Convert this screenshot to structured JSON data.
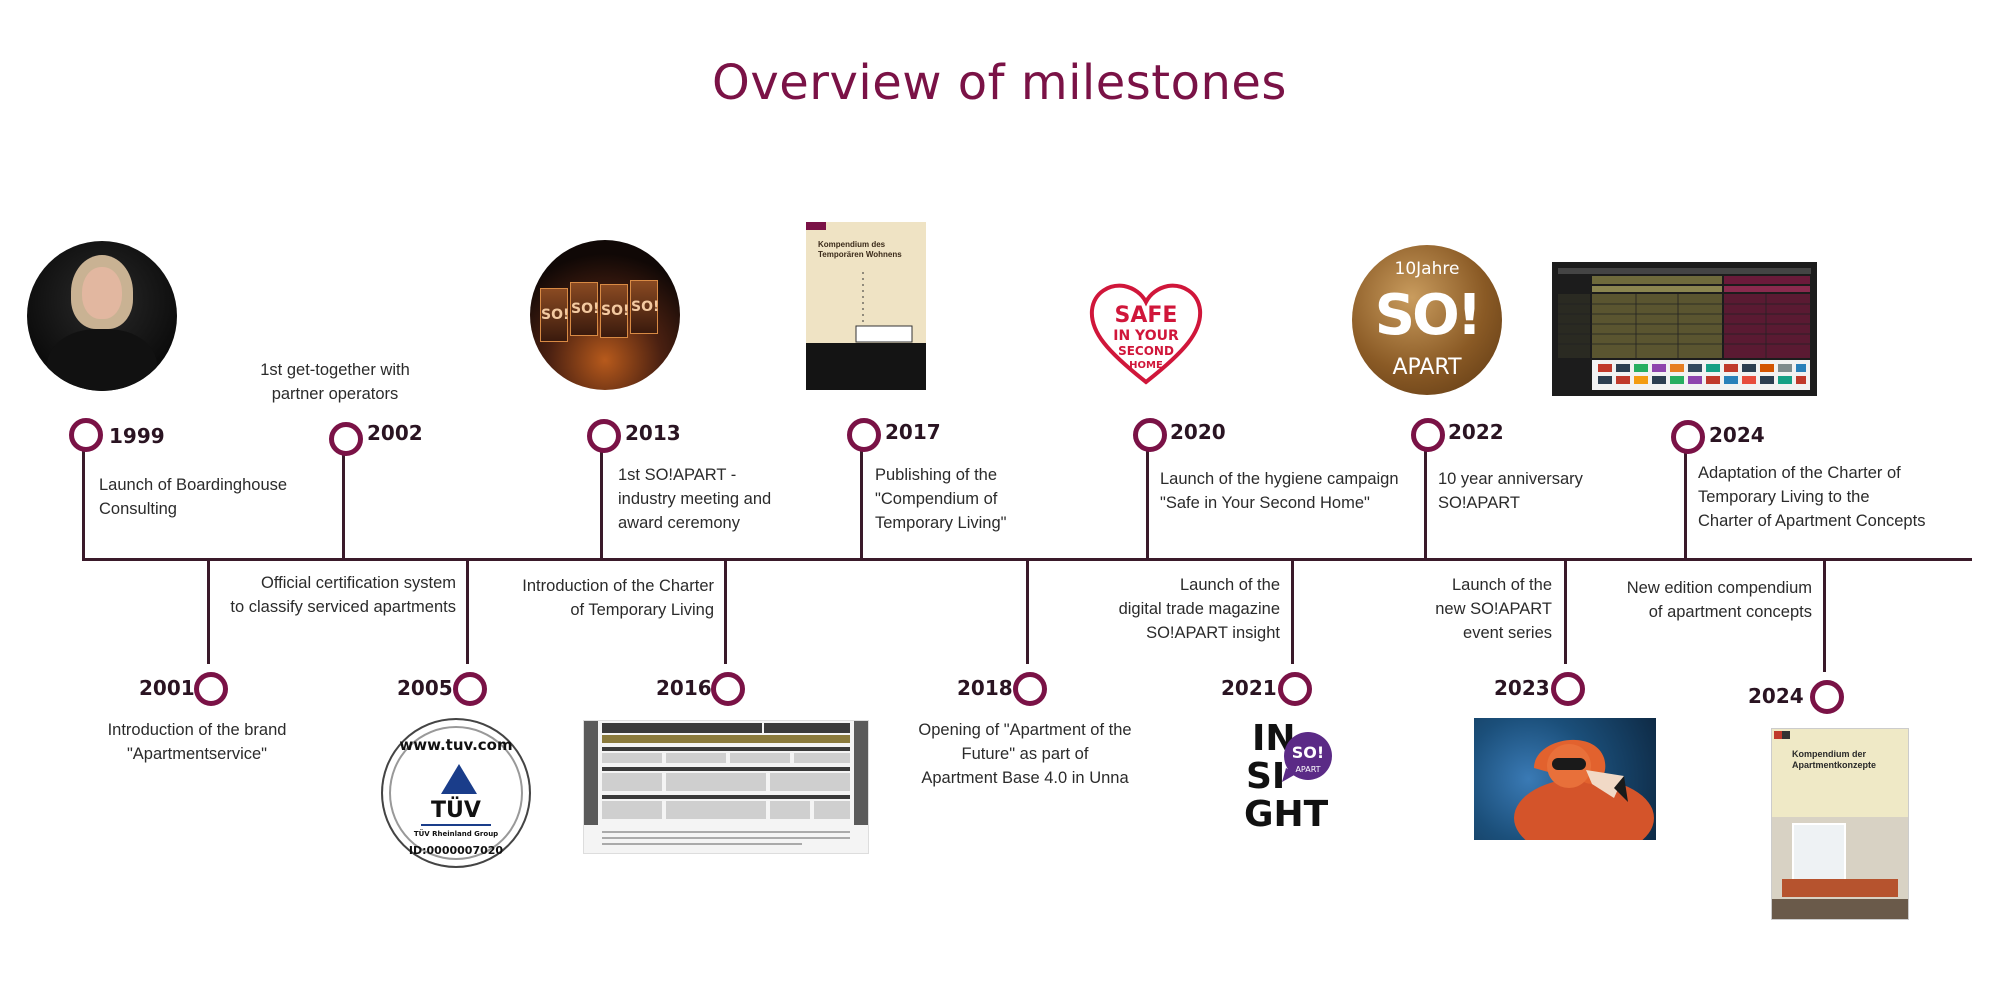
{
  "title": "Overview of milestones",
  "milestones": [
    {
      "year": "1999",
      "text": [
        "Launch of Boardinghouse",
        "Consulting"
      ]
    },
    {
      "year": "2001",
      "text": [
        "Introduction of the brand",
        "\"Apartmentservice\""
      ]
    },
    {
      "year": "2002",
      "text": [
        "1st get-together with",
        "partner operators"
      ]
    },
    {
      "year": "2005",
      "text": [
        "Official certification system",
        "to classify serviced apartments"
      ]
    },
    {
      "year": "2013",
      "text": [
        "1st SO!APART -",
        "industry meeting and",
        "award ceremony"
      ]
    },
    {
      "year": "2016",
      "text": [
        "Introduction of the Charter",
        "of Temporary Living"
      ]
    },
    {
      "year": "2017",
      "text": [
        "Publishing of the",
        "\"Compendium of",
        " Temporary Living\""
      ]
    },
    {
      "year": "2018",
      "text": [
        "Opening of \"Apartment of the",
        "Future\" as part of",
        "Apartment Base 4.0 in Unna"
      ]
    },
    {
      "year": "2020",
      "text": [
        "Launch of the hygiene campaign",
        "\"Safe in Your Second Home\""
      ]
    },
    {
      "year": "2021",
      "text": [
        "Launch of the",
        "digital trade magazine",
        "SO!APART insight"
      ]
    },
    {
      "year": "2022",
      "text": [
        "10 year anniversary",
        "SO!APART"
      ]
    },
    {
      "year": "2023",
      "text": [
        "Launch of the",
        "new SO!APART",
        "event series"
      ]
    },
    {
      "year": "2024",
      "text": [
        "Adaptation of the Charter of",
        "Temporary Living to the",
        "Charter of Apartment Concepts"
      ]
    },
    {
      "year": "2024",
      "text": [
        "New edition compendium",
        "of apartment concepts"
      ]
    }
  ],
  "images": {
    "awards_logo": "SO!",
    "book1_title": "Kompendium des Temporären Wohnens",
    "tuv_url": "www.tuv.com",
    "tuv_brand": "TÜV",
    "tuv_group": "TÜV Rheinland Group",
    "tuv_id": "ID:0000007020",
    "safe_text": [
      "SAFE",
      "IN YOUR",
      "SECOND",
      "HOME"
    ],
    "anniversary": [
      "10Jahre",
      "SO!",
      "APART"
    ],
    "insight_text": [
      "IN",
      "SI",
      "GHT"
    ],
    "insight_badge": [
      "SO!",
      "APART"
    ],
    "book2_title": "Kompendium der Apartmentkonzepte"
  },
  "colors": {
    "accent": "#7a1246",
    "line": "#3a1a2a"
  }
}
